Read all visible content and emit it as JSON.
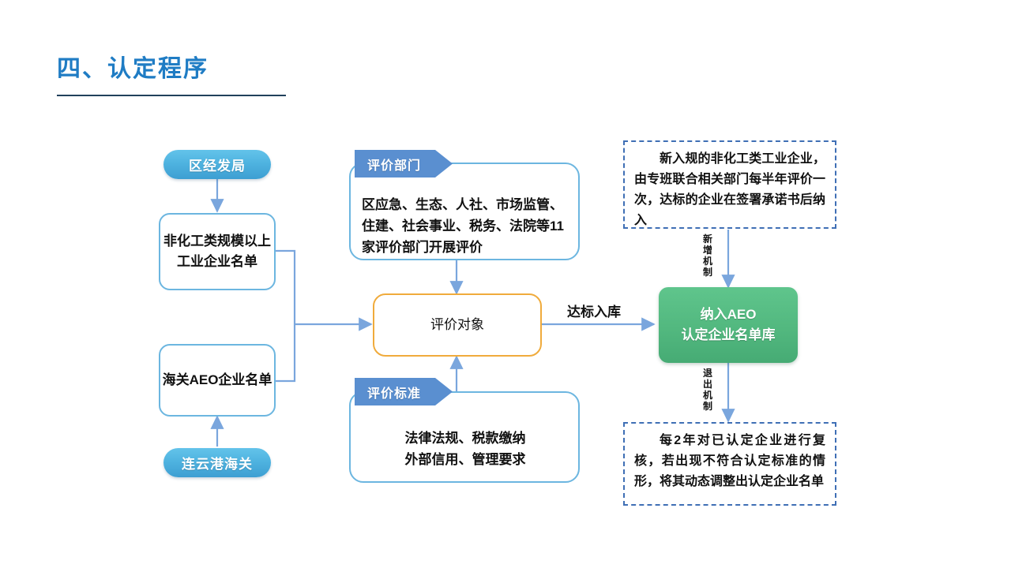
{
  "page": {
    "title": "四、认定程序",
    "accent_color": "#1f7cc4",
    "rule_color": "#21405c"
  },
  "diagram": {
    "left_column": {
      "source_top": {
        "label": "区经发局",
        "color": "#4fb3e0"
      },
      "list_top": {
        "label": "非化工类规模以上工业企业名单"
      },
      "list_bottom": {
        "label": "海关AEO企业名单"
      },
      "source_bottom": {
        "label": "连云港海关",
        "color": "#4fb3e0"
      }
    },
    "center_column": {
      "departments_tag": {
        "label": "评价部门",
        "color": "#5a8fd0"
      },
      "departments_body": "区应急、生态、人社、市场监管、住建、社会事业、税务、法院等11家评价部门开展评价",
      "target_box": {
        "label": "评价对象",
        "border_color": "#f0ab3c"
      },
      "criteria_tag": {
        "label": "评价标准",
        "color": "#5a8fd0"
      },
      "criteria_body_line1": "法律法规、税款缴纳",
      "criteria_body_line2": "外部信用、管理要求"
    },
    "right_column": {
      "note_top": "新入规的非化工类工业企业，由专班联合相关部门每半年评价一次，达标的企业在签署承诺书后纳入",
      "aeo_box_line1": "纳入AEO",
      "aeo_box_line2": "认定企业名单库",
      "aeo_box_color": "#52b87f",
      "note_bottom": "每2年对已认定企业进行复核，若出现不符合认定标准的情形，将其动态调整出认定企业名单"
    },
    "edge_labels": {
      "qualify_in": "达标入库",
      "add_mechanism": "新增机制",
      "exit_mechanism": "退出机制"
    },
    "connector_color": "#7aa6dd"
  }
}
